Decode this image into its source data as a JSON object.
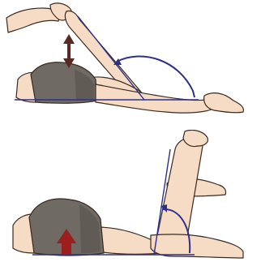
{
  "figure": {
    "panels": [
      {
        "id": "upper",
        "subject": "lying-prone",
        "indicator": "double-headed-arrow"
      },
      {
        "id": "lower",
        "subject": "lying-prone",
        "indicator": "upward-arrow"
      }
    ],
    "colors": {
      "skin": "#f6dcc5",
      "skin_shadow": "#e9bf9b",
      "outline": "#3a2a22",
      "shorts": "#6f6a63",
      "shorts_shadow": "#57534d",
      "reference_line": "#2f2f8c",
      "arc": "#2f2f8c",
      "arrow_dark": "#5a2a22",
      "arrow_red": "#9b1f1f"
    }
  }
}
